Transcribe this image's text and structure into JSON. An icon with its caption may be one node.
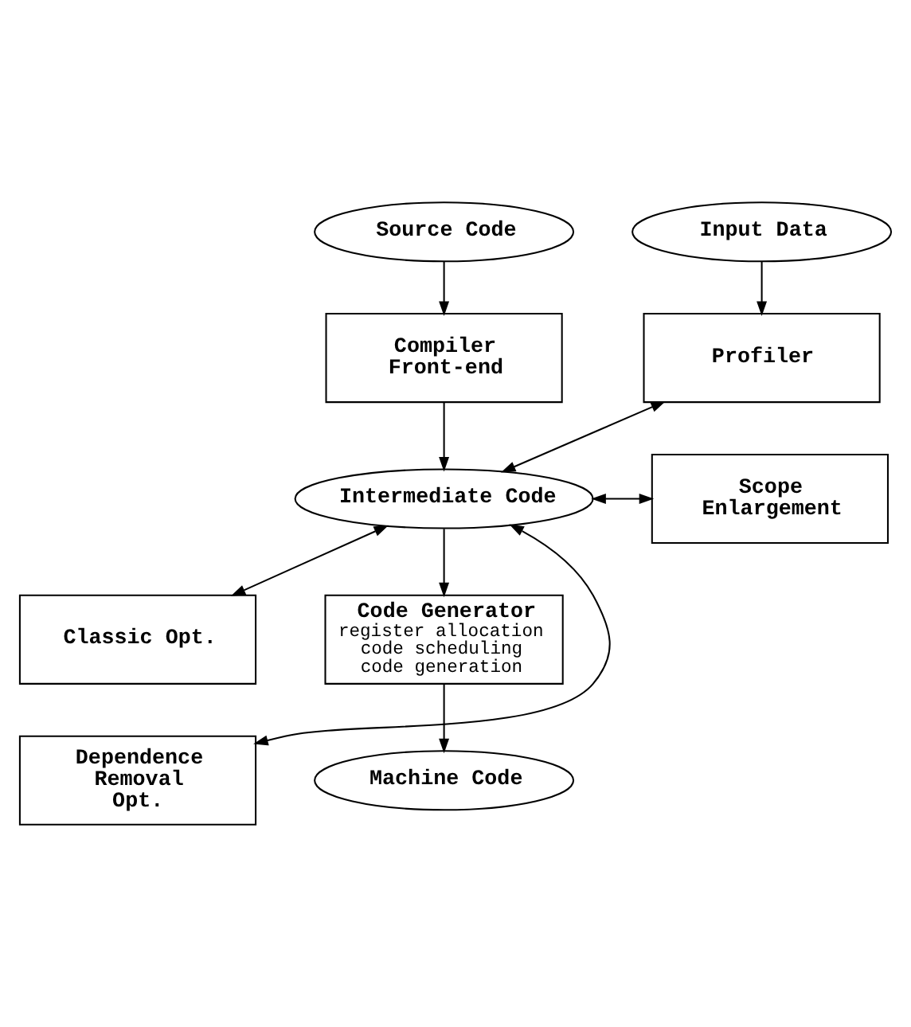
{
  "diagram": {
    "nodes": [
      {
        "text": [
          "Source Code"
        ]
      },
      {
        "text": [
          "Input Data"
        ]
      },
      {
        "text": [
          "Compiler Front-end"
        ]
      },
      {
        "text": [
          "Profiler"
        ]
      },
      {
        "text": [
          "Intermediate Code"
        ]
      },
      {
        "text": [
          "Scope Enlargement"
        ]
      },
      {
        "text": [
          "Classic Opt."
        ]
      },
      {
        "text": [
          "Code Generator",
          "register allocation",
          "code scheduling",
          "code generation"
        ]
      },
      {
        "text": [
          "Dependence Removal Opt."
        ]
      },
      {
        "text": [
          "Machine Code"
        ]
      }
    ],
    "edges": [
      {
        "from": 0,
        "to": 2,
        "arrow": "to"
      },
      {
        "from": 1,
        "to": 3,
        "arrow": "to"
      },
      {
        "from": 2,
        "to": 4,
        "arrow": "to"
      },
      {
        "from": 4,
        "to": 3,
        "arrow": "both"
      },
      {
        "from": 4,
        "to": 5,
        "arrow": "both"
      },
      {
        "from": 4,
        "to": 6,
        "arrow": "both"
      },
      {
        "from": 4,
        "to": 8,
        "arrow": "both"
      },
      {
        "from": 4,
        "to": 7,
        "arrow": "to"
      },
      {
        "from": 7,
        "to": 9,
        "arrow": "to"
      }
    ]
  }
}
